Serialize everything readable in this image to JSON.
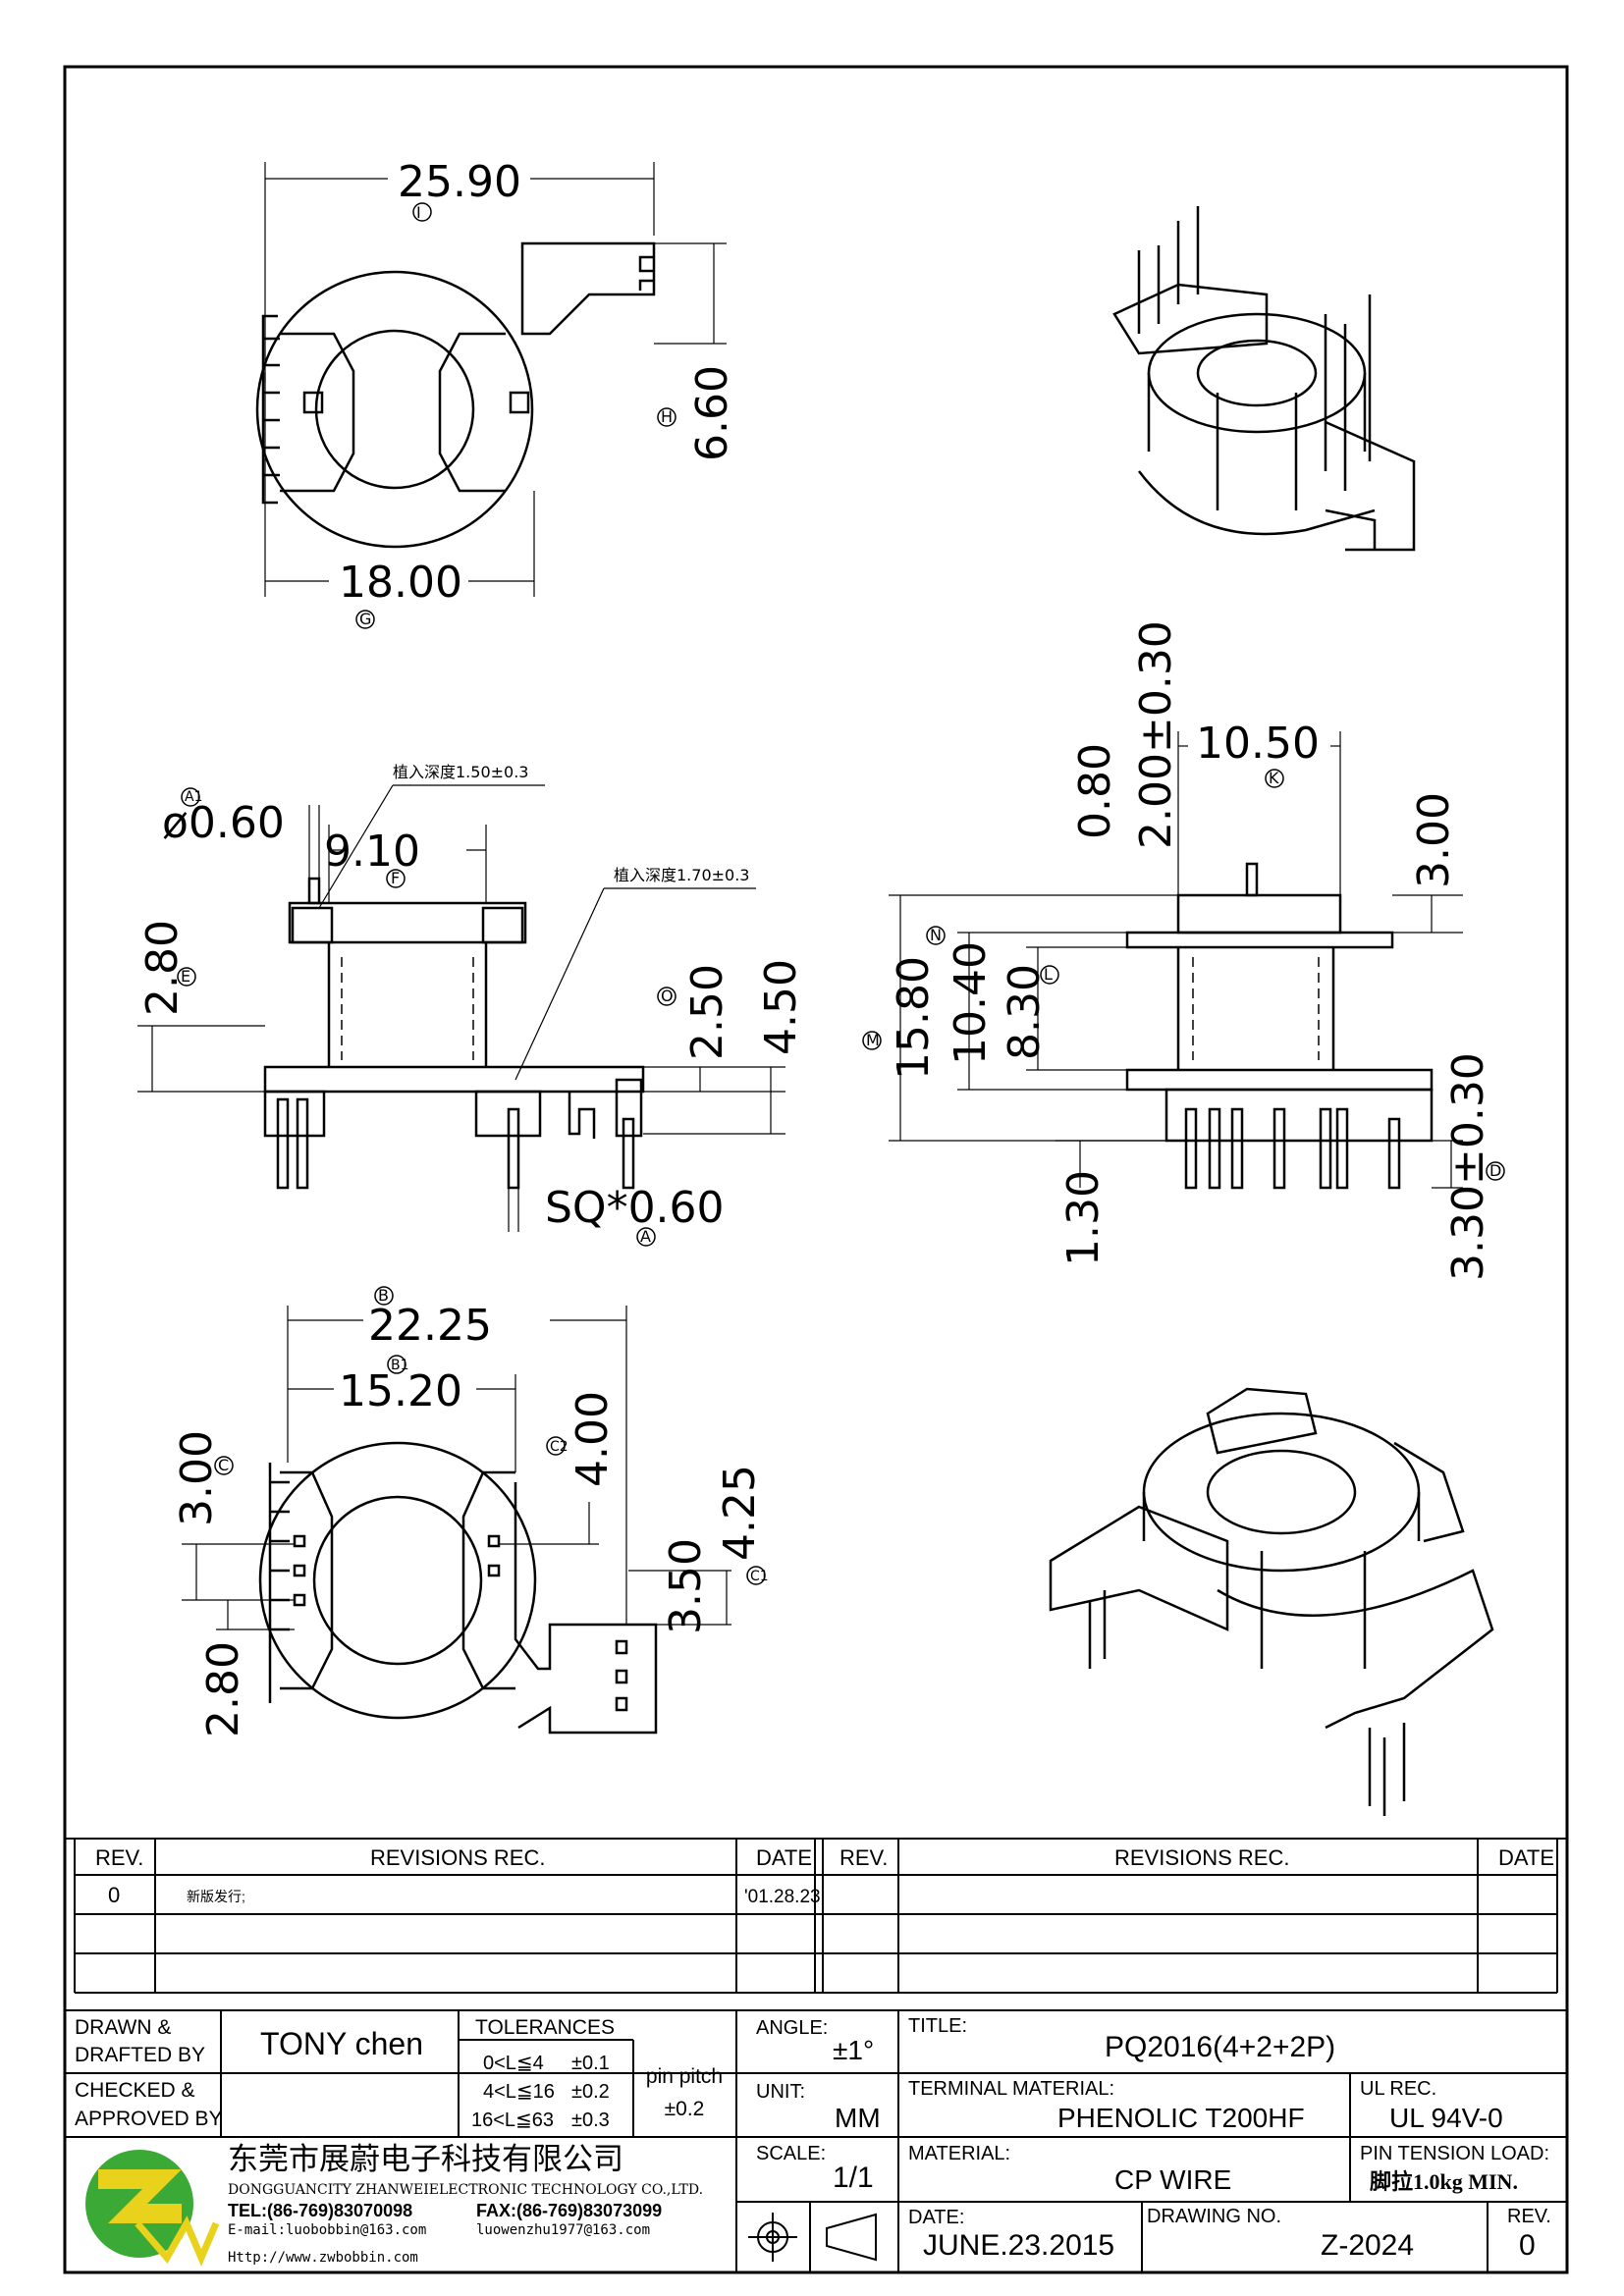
{
  "dimensions": {
    "top_view": {
      "width": "25.90",
      "width_tag": "I",
      "height_tab": "6.60",
      "height_tag": "H",
      "bottom_width": "18.00",
      "bottom_tag": "G"
    },
    "front_view": {
      "pin_dia": "ø0.60",
      "pin_dia_tag": "A1",
      "note_top": "植入深度1.50±0.3",
      "note_side": "植入深度1.70±0.3",
      "flange_width": "9.10",
      "flange_tag": "F",
      "left_height": "2.80",
      "left_tag": "E",
      "right_a": "2.50",
      "right_a_tag": "O",
      "right_b": "4.50",
      "pin_sq": "SQ*0.60",
      "pin_sq_tag": "A"
    },
    "side_view": {
      "d_080": "0.80",
      "d_200": "2.00±0.30",
      "d_1050": "10.50",
      "d_1050_tag": "K",
      "d_300": "3.00",
      "d_1580": "15.80",
      "d_1580_tag": "M",
      "d_1040": "10.40",
      "d_1040_tag": "N",
      "d_830": "8.30",
      "d_830_tag": "L",
      "d_130": "1.30",
      "d_330": "3.30±0.30",
      "d_330_tag": "D"
    },
    "bottom_view": {
      "d_2225": "22.25",
      "d_2225_tag": "B",
      "d_1520": "15.20",
      "d_1520_tag": "B1",
      "d_300": "3.00",
      "d_300_tag": "C",
      "d_400": "4.00",
      "d_400_tag": "C2",
      "d_425": "4.25",
      "d_425_tag": "C1",
      "d_350": "3.50",
      "d_280": "2.80"
    }
  },
  "revisions": {
    "headers": {
      "rev": "REV.",
      "rec": "REVISIONS    REC.",
      "date": "DATE"
    },
    "rows": [
      {
        "rev": "0",
        "rec": "新版发行;",
        "date": "'01.28.23"
      }
    ]
  },
  "title_block": {
    "drawn_label_1": "DRAWN &",
    "drawn_label_2": "DRAFTED BY",
    "drawn_value": "TONY  chen",
    "checked_label_1": "CHECKED &",
    "checked_label_2": "APPROVED BY",
    "tolerances_label": "TOLERANCES",
    "tol_rows": [
      {
        "range": "0<L≦4",
        "value": "±0.1"
      },
      {
        "range": "4<L≦16",
        "value": "±0.2"
      },
      {
        "range": "16<L≦63",
        "value": "±0.3"
      }
    ],
    "pin_pitch_label": "pin  pitch",
    "pin_pitch_value": "±0.2",
    "angle_label": "ANGLE:",
    "angle_value": "±1°",
    "unit_label": "UNIT:",
    "unit_value": "MM",
    "scale_label": "SCALE:",
    "scale_value": "1/1",
    "title_label": "TITLE:",
    "title_value": "PQ2016(4+2+2P)",
    "terminal_label": "TERMINAL  MATERIAL:",
    "terminal_value": "PHENOLIC  T200HF",
    "ul_label": "UL  REC.",
    "ul_value": "UL  94V-0",
    "material_label": "MATERIAL:",
    "material_value": "CP  WIRE",
    "pin_tension_label": "PIN  TENSION  LOAD:",
    "pin_tension_value": "脚拉1.0kg  MIN.",
    "date_label": "DATE:",
    "date_value": "JUNE.23.2015",
    "drawing_no_label": "DRAWING  NO.",
    "drawing_no_value": "Z-2024",
    "rev_label": "REV.",
    "rev_value": "0"
  },
  "company": {
    "logo_text": "ZW",
    "name_cn": "东莞市展蔚电子科技有限公司",
    "name_en": "DONGGUANCITY  ZHANWEIELECTRONIC  TECHNOLOGY  CO.,LTD.",
    "tel": "TEL:(86-769)83070098",
    "fax": "FAX:(86-769)83073099",
    "email": "E-mail:luobobbin@163.com",
    "email2": "luowenzhu1977@163.com",
    "website": "Http://www.zwbobbin.com"
  },
  "colors": {
    "logo_green": "#3aa935",
    "logo_yellow": "#e8d21c",
    "line": "#000000"
  }
}
